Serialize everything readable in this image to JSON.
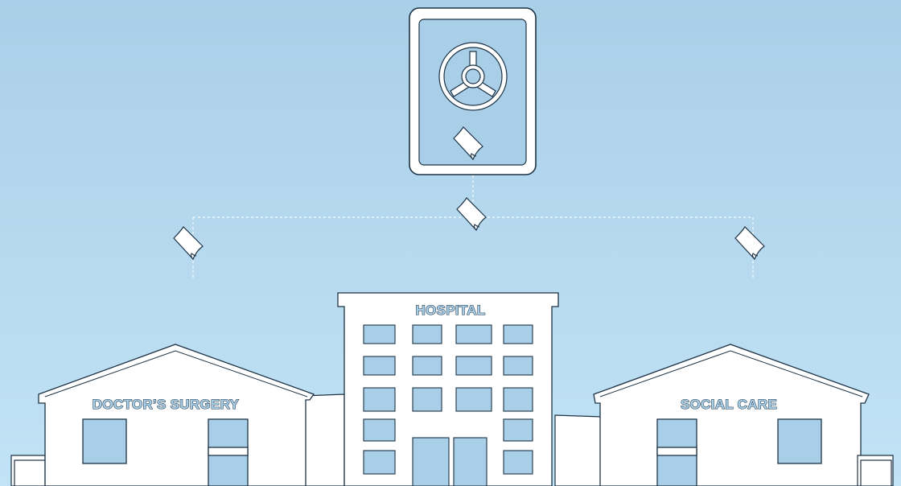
{
  "labels": {
    "hospital": "HOSPITAL",
    "doctors_surgery": "DOCTOR’S SURGERY",
    "social_care": "SOCIAL CARE"
  },
  "colors": {
    "sky_top": "#a9cfe8",
    "sky_bottom": "#c2e3f6",
    "window_fill": "#a9cfe8",
    "outline": "#1d3345",
    "building_fill": "#ffffff"
  },
  "icons": {
    "vault": "safe-icon",
    "document": "document-icon"
  }
}
